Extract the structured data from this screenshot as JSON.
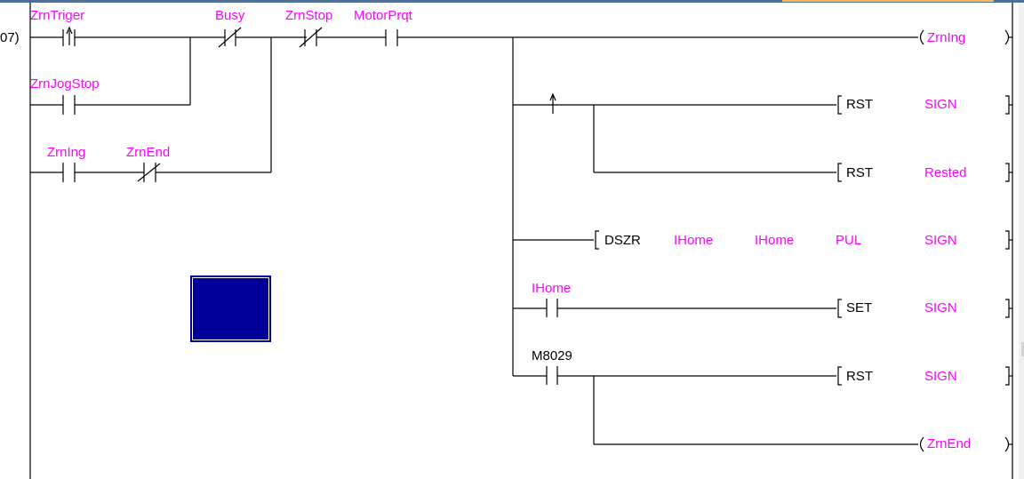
{
  "editor": {
    "step_number": "07)",
    "cursor_color": "#000099",
    "device_color": "#ff00ff",
    "instruction_color": "#000000"
  },
  "contacts": [
    {
      "label": "ZrnTriger",
      "type": "rising-edge"
    },
    {
      "label": "ZrnJogStop",
      "type": "no"
    },
    {
      "label": "ZrnIng",
      "type": "no"
    },
    {
      "label": "ZrnEnd",
      "type": "nc"
    },
    {
      "label": "Busy",
      "type": "nc"
    },
    {
      "label": "ZrnStop",
      "type": "nc"
    },
    {
      "label": "MotorPrqt",
      "type": "no"
    },
    {
      "label": "IHome",
      "type": "no"
    },
    {
      "label": "M8029",
      "type": "no"
    }
  ],
  "outputs": [
    {
      "kind": "coil",
      "device": "ZrnIng"
    },
    {
      "kind": "instruction",
      "op": "RST",
      "args": [
        "SIGN"
      ]
    },
    {
      "kind": "instruction",
      "op": "RST",
      "args": [
        "Rested"
      ]
    },
    {
      "kind": "instruction",
      "op": "DSZR",
      "args": [
        "IHome",
        "IHome",
        "PUL",
        "SIGN"
      ]
    },
    {
      "kind": "instruction",
      "op": "SET",
      "args": [
        "SIGN"
      ]
    },
    {
      "kind": "instruction",
      "op": "RST",
      "args": [
        "SIGN"
      ]
    },
    {
      "kind": "coil",
      "device": "ZrnEnd"
    }
  ]
}
